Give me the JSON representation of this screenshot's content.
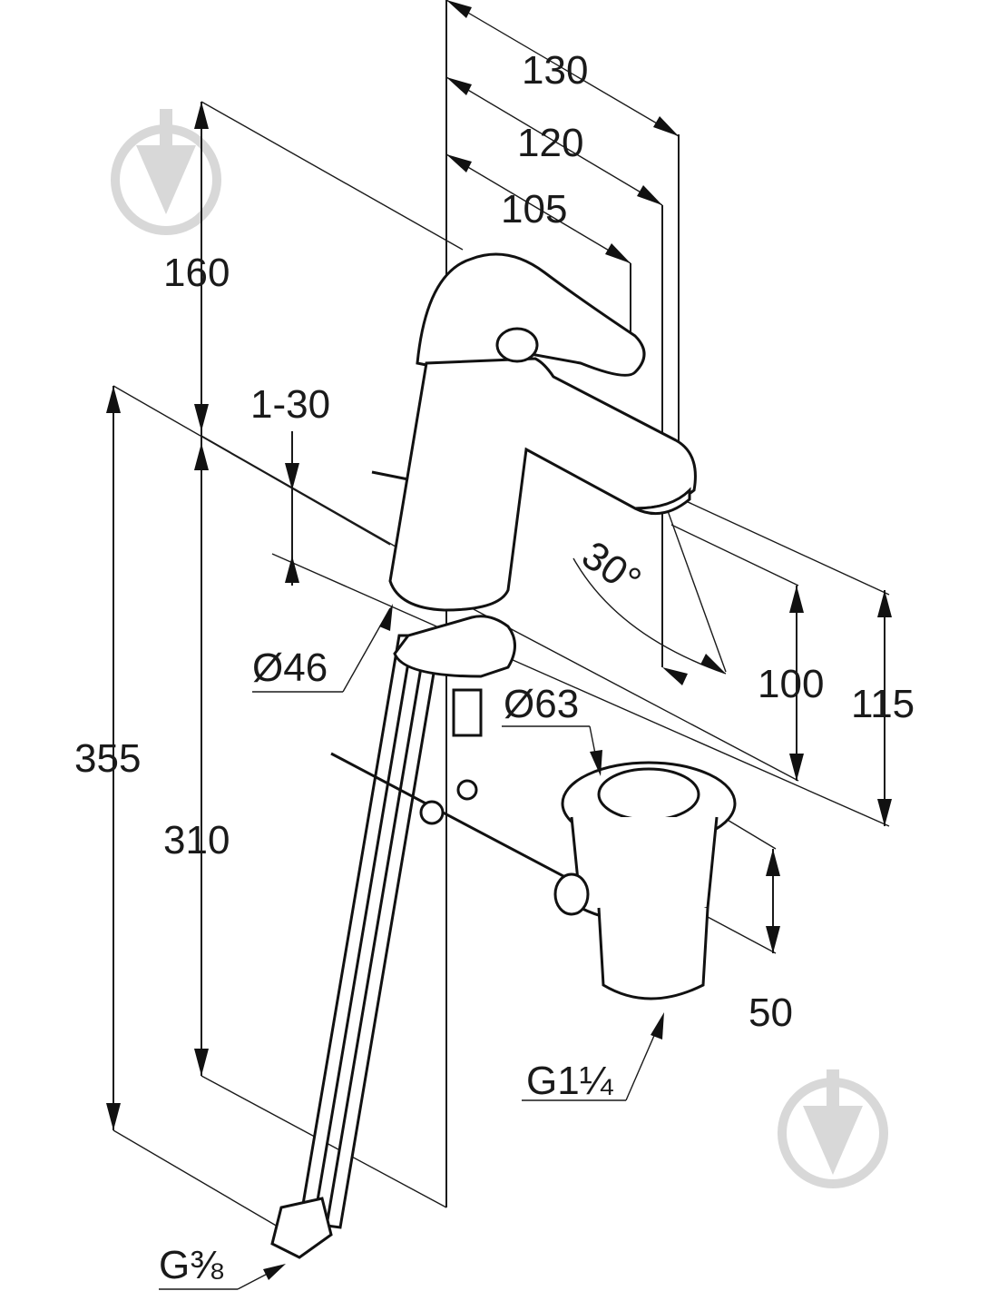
{
  "dimensions": {
    "d130": "130",
    "d120": "120",
    "d105": "105",
    "d160": "160",
    "d1_30": "1-30",
    "d30deg": "30°",
    "d46": "Ø46",
    "d63": "Ø63",
    "d100": "100",
    "d115": "115",
    "d355": "355",
    "d310": "310",
    "d50": "50",
    "g114": "G1¼",
    "g38": "G⅜"
  },
  "colors": {
    "line": "#1a1a1a",
    "watermark": "#d8d8d8",
    "background": "#ffffff"
  },
  "icons": [
    "watermark-logo-icon"
  ]
}
